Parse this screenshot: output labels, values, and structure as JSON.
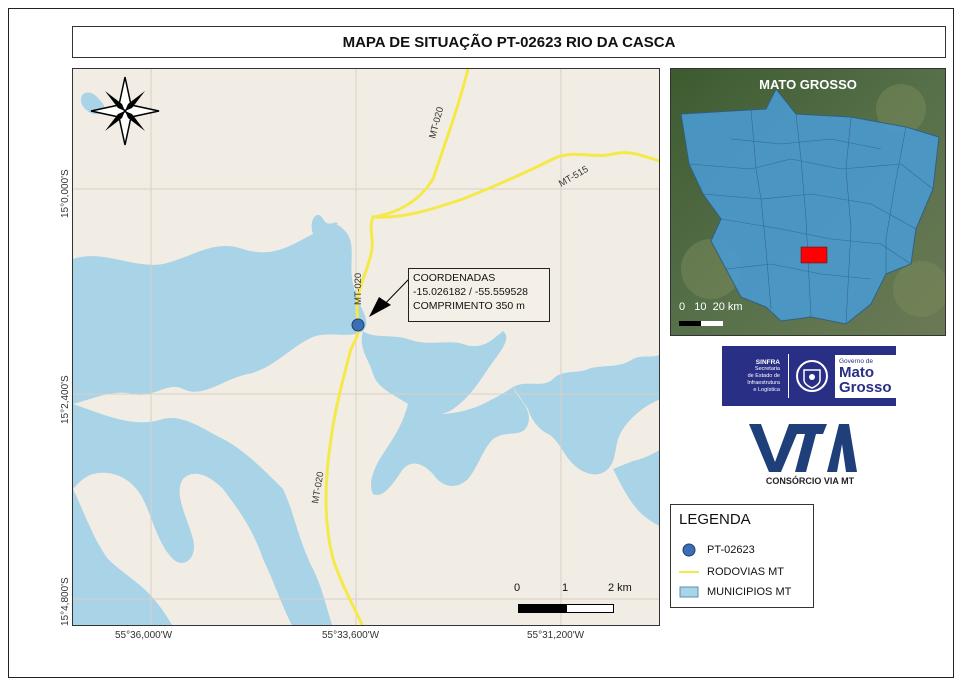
{
  "title": "MAPA DE SITUAÇÃO PT-02623 RIO DA CASCA",
  "main_map": {
    "lat_labels": [
      "15°0,000'S",
      "15°2,400'S",
      "15°4,800'S"
    ],
    "lon_labels": [
      "55°36,000'W",
      "55°33,600'W",
      "55°31,200'W"
    ],
    "road_labels": [
      "MT-020",
      "MT-515",
      "MT-020",
      "MT-020"
    ],
    "callout": {
      "heading": "COORDENADAS",
      "coords": "-15.026182 / -55.559528",
      "length": "COMPRIMENTO 350 m"
    },
    "scale": {
      "labels": [
        "0",
        "1",
        "2 km"
      ]
    },
    "colors": {
      "land": "#f2ede4",
      "water": "#a9d3e6",
      "road": "#f5e94a",
      "point": "#3b6fb5"
    }
  },
  "inset": {
    "title": "MATO GROSSO",
    "scale_text": "0   10  20 km",
    "colors": {
      "state": "#4a9ad0",
      "highlight": "#ff0000"
    }
  },
  "logos": {
    "sinfra_lines": [
      "SINFRA",
      "Secretaria",
      "de Estado de",
      "Infraestrutura",
      "e Logística"
    ],
    "governo": "Governo de",
    "mato": "Mato",
    "grosso": "Grosso",
    "vmt_caption": "CONSÓRCIO VIA MT"
  },
  "legend": {
    "title": "LEGENDA",
    "items": [
      {
        "label": "PT-02623",
        "symbol": "point-icon"
      },
      {
        "label": "RODOVIAS MT",
        "symbol": "road-line-icon"
      },
      {
        "label": "MUNICIPIOS MT",
        "symbol": "municipio-fill-icon"
      }
    ]
  }
}
